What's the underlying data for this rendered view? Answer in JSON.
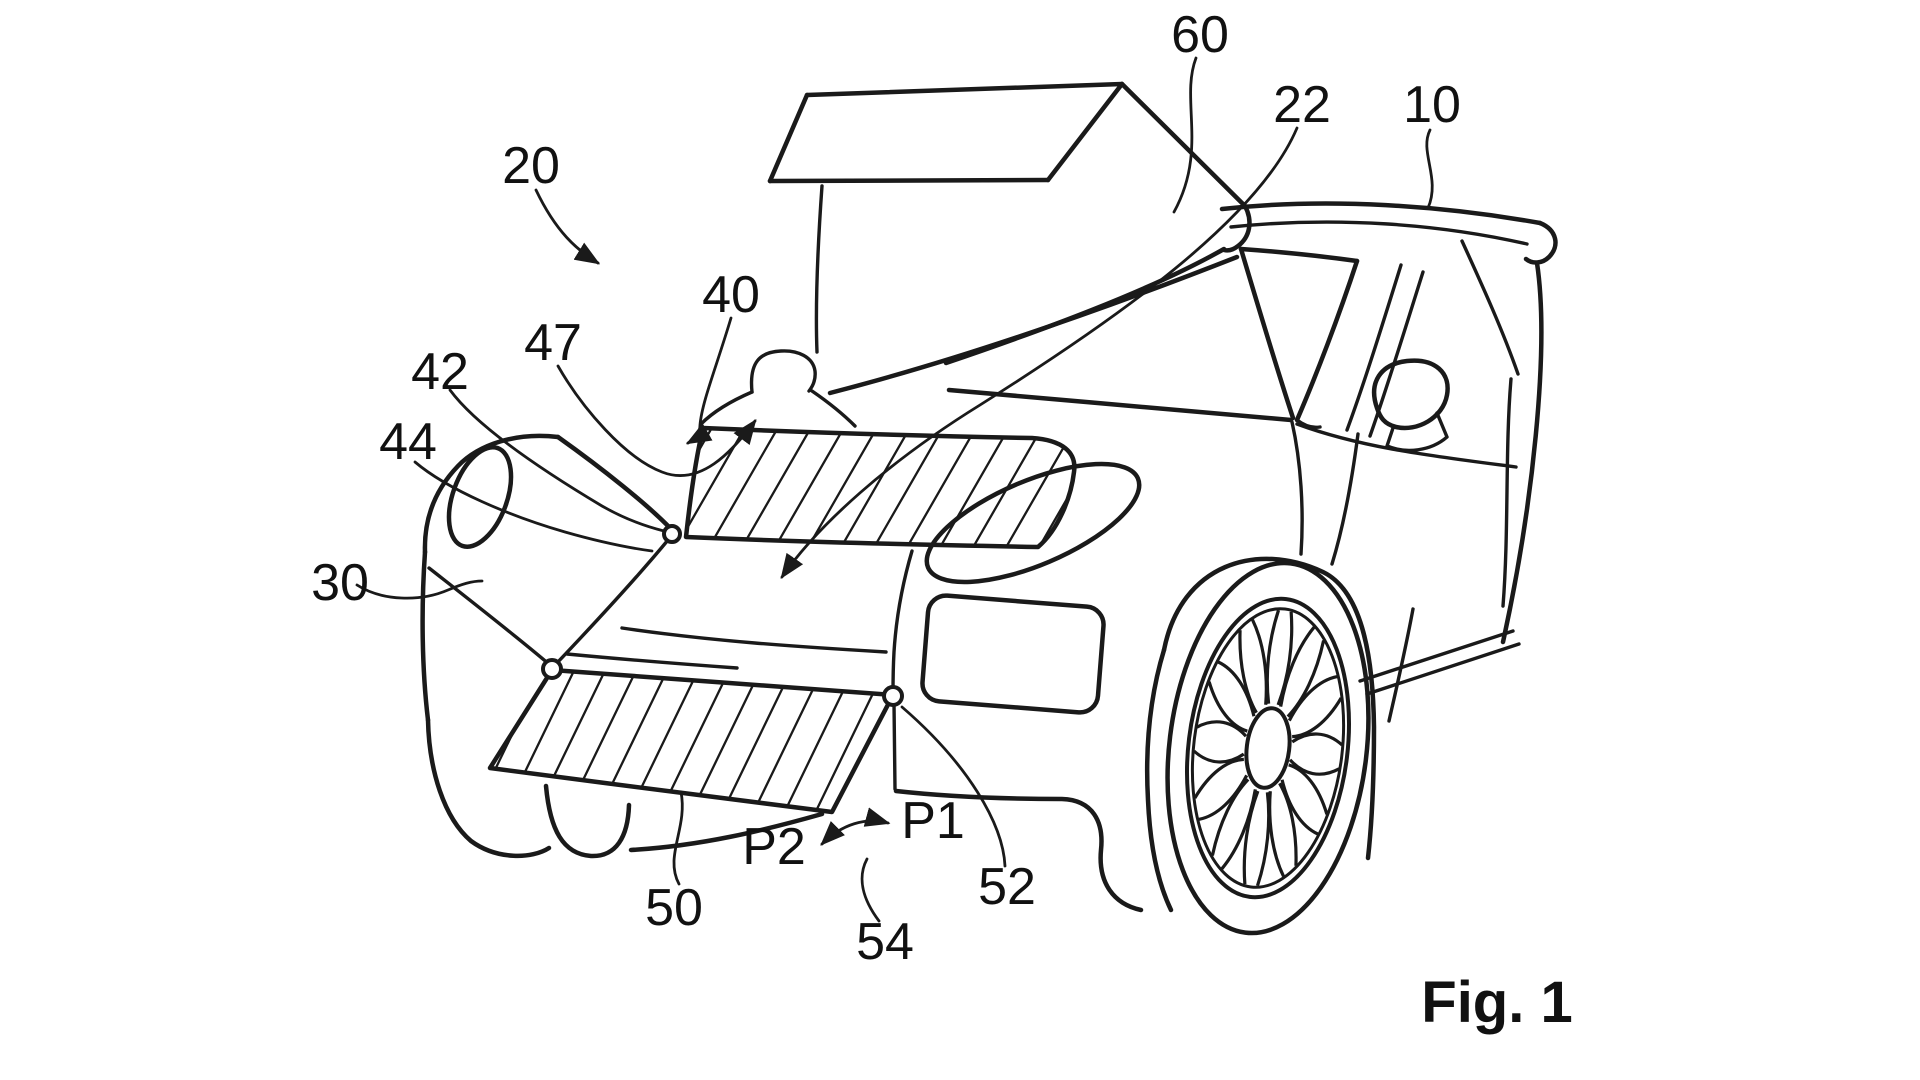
{
  "figure": {
    "caption": "Fig. 1",
    "labels": {
      "n10": "10",
      "n20": "20",
      "n22": "22",
      "n30": "30",
      "n40": "40",
      "n42": "42",
      "n44": "44",
      "n47": "47",
      "n50": "50",
      "n52": "52",
      "n54": "54",
      "n60": "60",
      "p1": "P1",
      "p2": "P2"
    },
    "colors": {
      "line": "#1a1a1a",
      "background": "#ffffff"
    }
  }
}
